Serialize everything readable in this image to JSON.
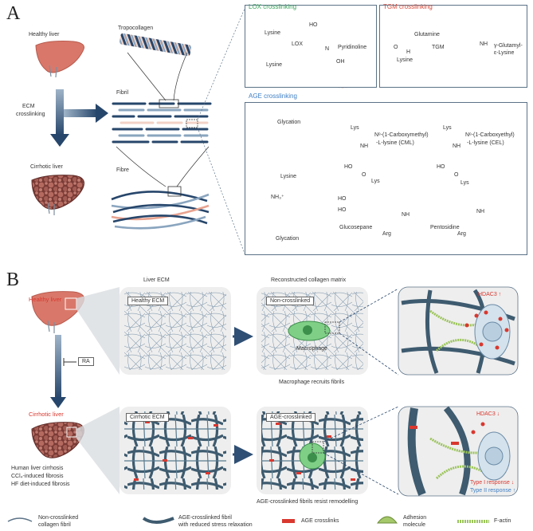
{
  "panel_a": {
    "letter": "A",
    "healthy_liver": "Healthy liver",
    "ecm_crosslinking": [
      "ECM",
      "crosslinking"
    ],
    "cirrhotic_liver": "Cirrhotic liver",
    "tropocollagen": "Tropocollagen",
    "fibril": "Fibril",
    "fibre": "Fibre",
    "lox": {
      "title": "LOX crosslinking",
      "lysine_top": "Lysine",
      "lysine_bottom": "Lysine",
      "arrow_label": "LOX",
      "product": "Pyridinoline",
      "ho": "HO",
      "n": "N",
      "oh": "OH"
    },
    "tgm": {
      "title": "TGM crosslinking",
      "glutamine": "Glutamine",
      "lysine": "Lysine",
      "arrow_label": "TGM",
      "product_line1": "γ-Glutamyl-",
      "product_line2": "ε-Lysine",
      "o": "O",
      "h": "H",
      "nh": "NH"
    },
    "age": {
      "title": "AGE crosslinking",
      "glycation_top": "Glycation",
      "glycation_bottom": "Glycation",
      "lysine": "Lysine",
      "nh3": "NH₃⁺",
      "cml_line1": "Nᵉ-(1-Carboxymethyl)",
      "cml_line2": "-L-lysine (CML)",
      "cel_line1": "Nᵉ-(1-Carboxyethyl)",
      "cel_line2": "-L-lysine (CEL)",
      "glucosepane": "Glucosepane",
      "pentosidine": "Pentosidine",
      "lys": "Lys",
      "arg": "Arg",
      "nh": "NH",
      "ho": "HO",
      "o": "O"
    }
  },
  "panel_b": {
    "letter": "B",
    "healthy_liver": "Healthy liver",
    "cirrhotic_liver": "Cirrhotic liver",
    "ra": "RA",
    "liver_ecm": "Liver ECM",
    "reconstructed": "Reconstructed collagen matrix",
    "healthy_ecm": "Healthy ECM",
    "non_crosslinked": "Non-crosslinked",
    "macrophage": "Macrophage",
    "recruits": "Macrophage recruits fibrils",
    "cirrhotic_ecm": "Cirrhotic ECM",
    "age_crosslinked": "AGE-crosslinked",
    "resist": "AGE-crosslinked fibrils resist remodelling",
    "hdac3_up": "HDAC3 ↑",
    "hdac3_down": "HDAC3 ↓",
    "type1": "Type I response ↓",
    "type2": "Type II response ↑",
    "models": [
      "Human liver cirrhosis",
      "CCl₄-induced fibrosis",
      "HF diet-induced fibrosis"
    ]
  },
  "legend": {
    "non_crosslinked": [
      "Non-crosslinked",
      "collagen fibril"
    ],
    "age_fibril": [
      "AGE-crosslinked fibril",
      "with reduced stress relaxation"
    ],
    "age_crosslinks": "AGE crosslinks",
    "adhesion": [
      "Adhesion",
      "molecule"
    ],
    "factin": "F-actin"
  },
  "colors": {
    "navy": "#27466b",
    "fiber": "#4f6d82",
    "salmon": "#e8a38f",
    "liver": "#d9786a",
    "green": "#7fcf87",
    "red": "#d9382f",
    "box_border": "#5b7287"
  }
}
